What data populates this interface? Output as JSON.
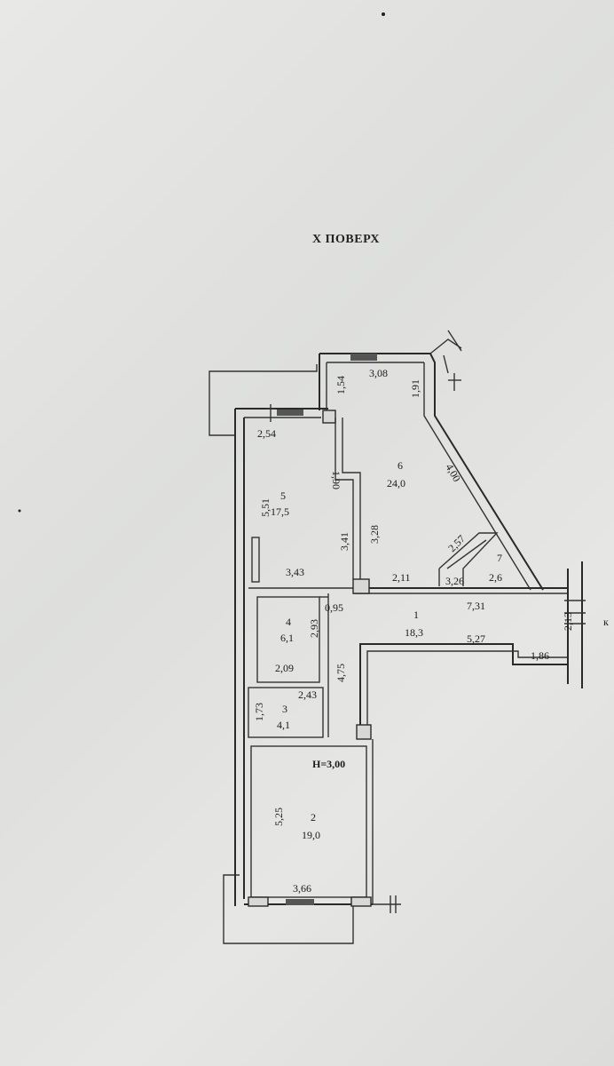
{
  "floor_title": "Х ПОВЕРХ",
  "rooms": [
    {
      "number": "1",
      "area": "18,3"
    },
    {
      "number": "2",
      "area": "19,0"
    },
    {
      "number": "3",
      "area": "4,1"
    },
    {
      "number": "4",
      "area": "6,1"
    },
    {
      "number": "5",
      "area": "17,5"
    },
    {
      "number": "6",
      "area": "24,0"
    },
    {
      "number": "7",
      "area": "2,6"
    }
  ],
  "dimensions": {
    "d_3_08": "3,08",
    "d_1_54": "1,54",
    "d_1_91": "1,91",
    "d_2_54": "2,54",
    "d_1_90": "1,90",
    "d_5_51": "5,51",
    "d_3_41": "3,41",
    "d_3_28": "3,28",
    "d_4_00": "4,00",
    "d_2_57": "2,57",
    "d_3_43": "3,43",
    "d_2_11": "2,11",
    "d_3_26": "3,26",
    "d_0_95": "0,95",
    "d_7_31": "7,31",
    "d_2_13": "2,13",
    "d_2_93": "2,93",
    "d_2_09": "2,09",
    "d_5_27": "5,27",
    "d_1_86": "1,86",
    "d_4_75": "4,75",
    "d_2_43": "2,43",
    "d_1_73": "1,73",
    "d_5_25": "5,25",
    "d_3_66": "3,66"
  },
  "ceiling_height": "Н=3,00",
  "edge_mark": "к"
}
